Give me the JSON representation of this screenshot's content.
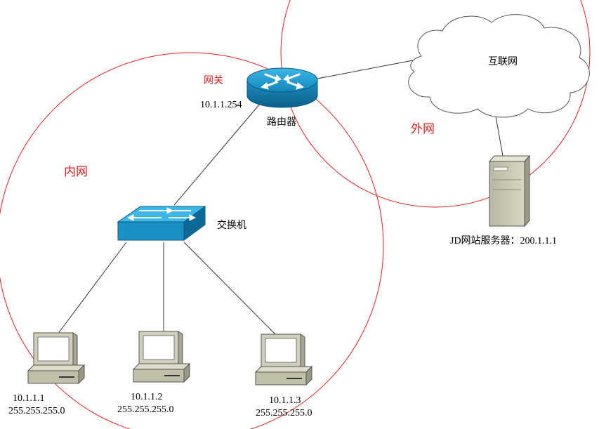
{
  "zones": {
    "inner_label": "内网",
    "outer_label": "外网",
    "gateway_label": "网关"
  },
  "router": {
    "label": "路由器",
    "ip": "10.1.1.254"
  },
  "switch": {
    "label": "交换机"
  },
  "internet": {
    "label": "互联网"
  },
  "server": {
    "label": "JD网站服务器：200.1.1.1"
  },
  "hosts": [
    {
      "ip": "10.1.1.1",
      "mask": "255.255.255.0"
    },
    {
      "ip": "10.1.1.2",
      "mask": "255.255.255.0"
    },
    {
      "ip": "10.1.1.3",
      "mask": "255.255.255.0"
    }
  ],
  "colors": {
    "zone_circle": "#e02020",
    "device_blue": "#1a9fd4",
    "device_gray": "#c8c8b4",
    "link": "#333333"
  }
}
